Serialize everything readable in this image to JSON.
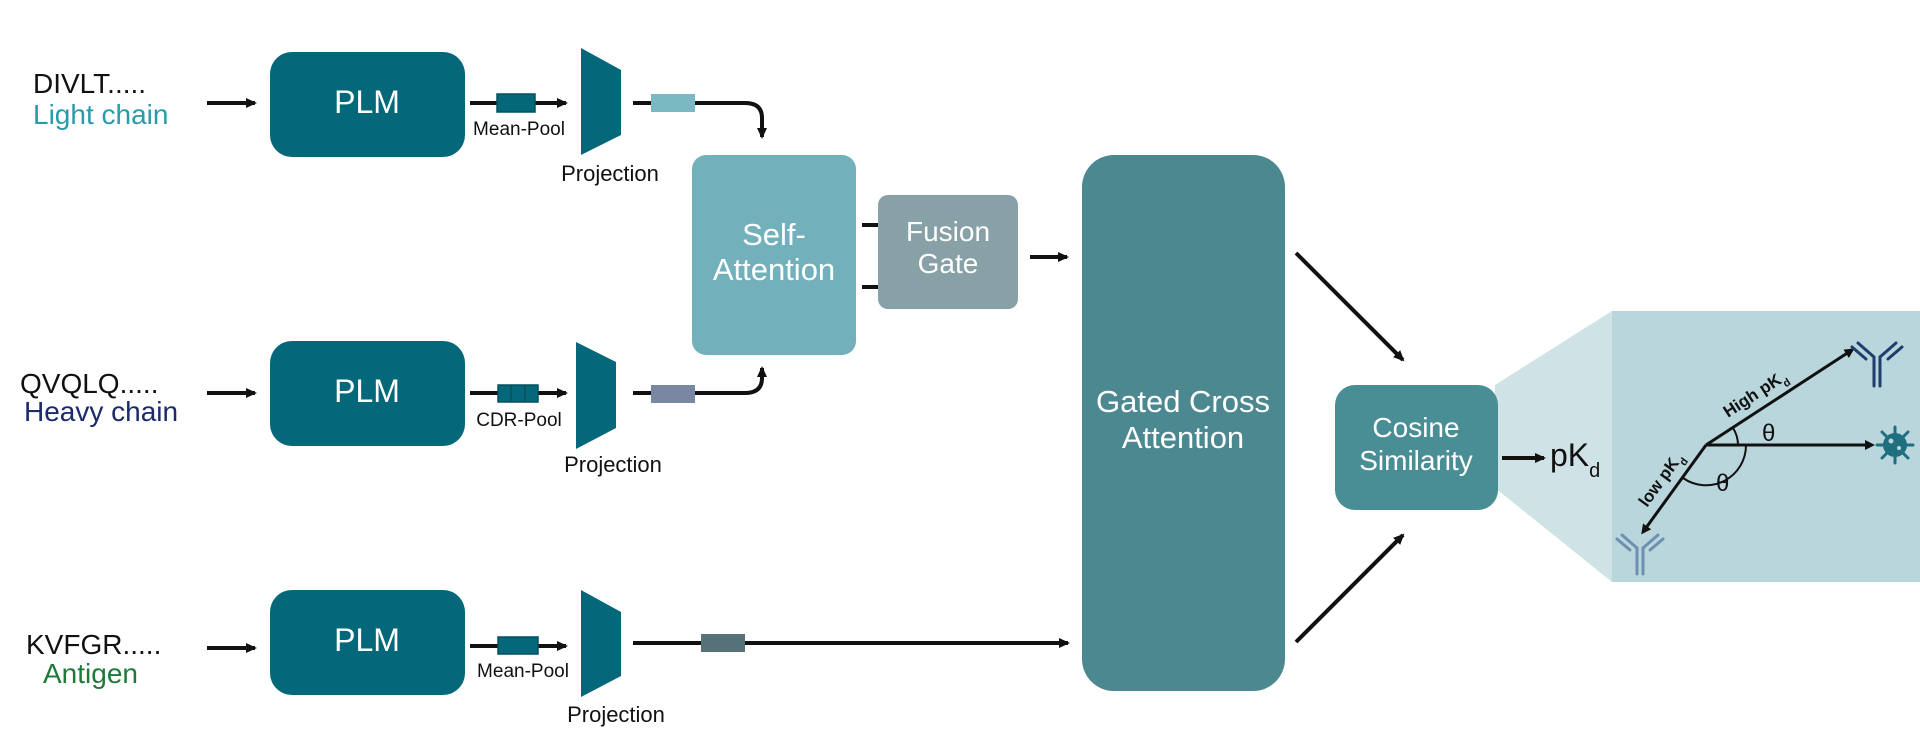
{
  "inputs": {
    "light": {
      "sequence": "DIVLT.....",
      "label": "Light chain",
      "label_color": "#2a9aab"
    },
    "heavy": {
      "sequence": "QVQLQ.....",
      "label": "Heavy chain",
      "label_color": "#1a2a6a"
    },
    "antigen": {
      "sequence": "KVFGR.....",
      "label": "Antigen",
      "label_color": "#1f7a3a"
    }
  },
  "plm": {
    "label": "PLM"
  },
  "pooling": {
    "light": "Mean-Pool",
    "heavy": "CDR-Pool",
    "antigen": "Mean-Pool"
  },
  "projection": {
    "label": "Projection"
  },
  "self_attention": {
    "line1": "Self-",
    "line2": "Attention"
  },
  "fusion_gate": {
    "line1": "Fusion",
    "line2": "Gate"
  },
  "gated_cross_attention": {
    "line1": "Gated Cross",
    "line2": "Attention"
  },
  "cosine_similarity": {
    "line1": "Cosine",
    "line2": "Similarity"
  },
  "output": {
    "main": "pK",
    "sub": "d"
  },
  "inset": {
    "high_label": "High pK",
    "low_label": "low pK",
    "sub": "d",
    "theta": "θ"
  },
  "colors": {
    "plm": "#05687a",
    "self_attention": "#72b1bb",
    "fusion_gate": "#87a1a7",
    "gated_cross_attention": "#4b8890",
    "cosine_similarity": "#4a8e95",
    "inset_bg": "#b9d6dd",
    "inset_cone": "#cfe3e7",
    "vec_light": "#7ab9c2",
    "vec_heavy": "#7a87a3",
    "vec_antigen": "#547277"
  }
}
